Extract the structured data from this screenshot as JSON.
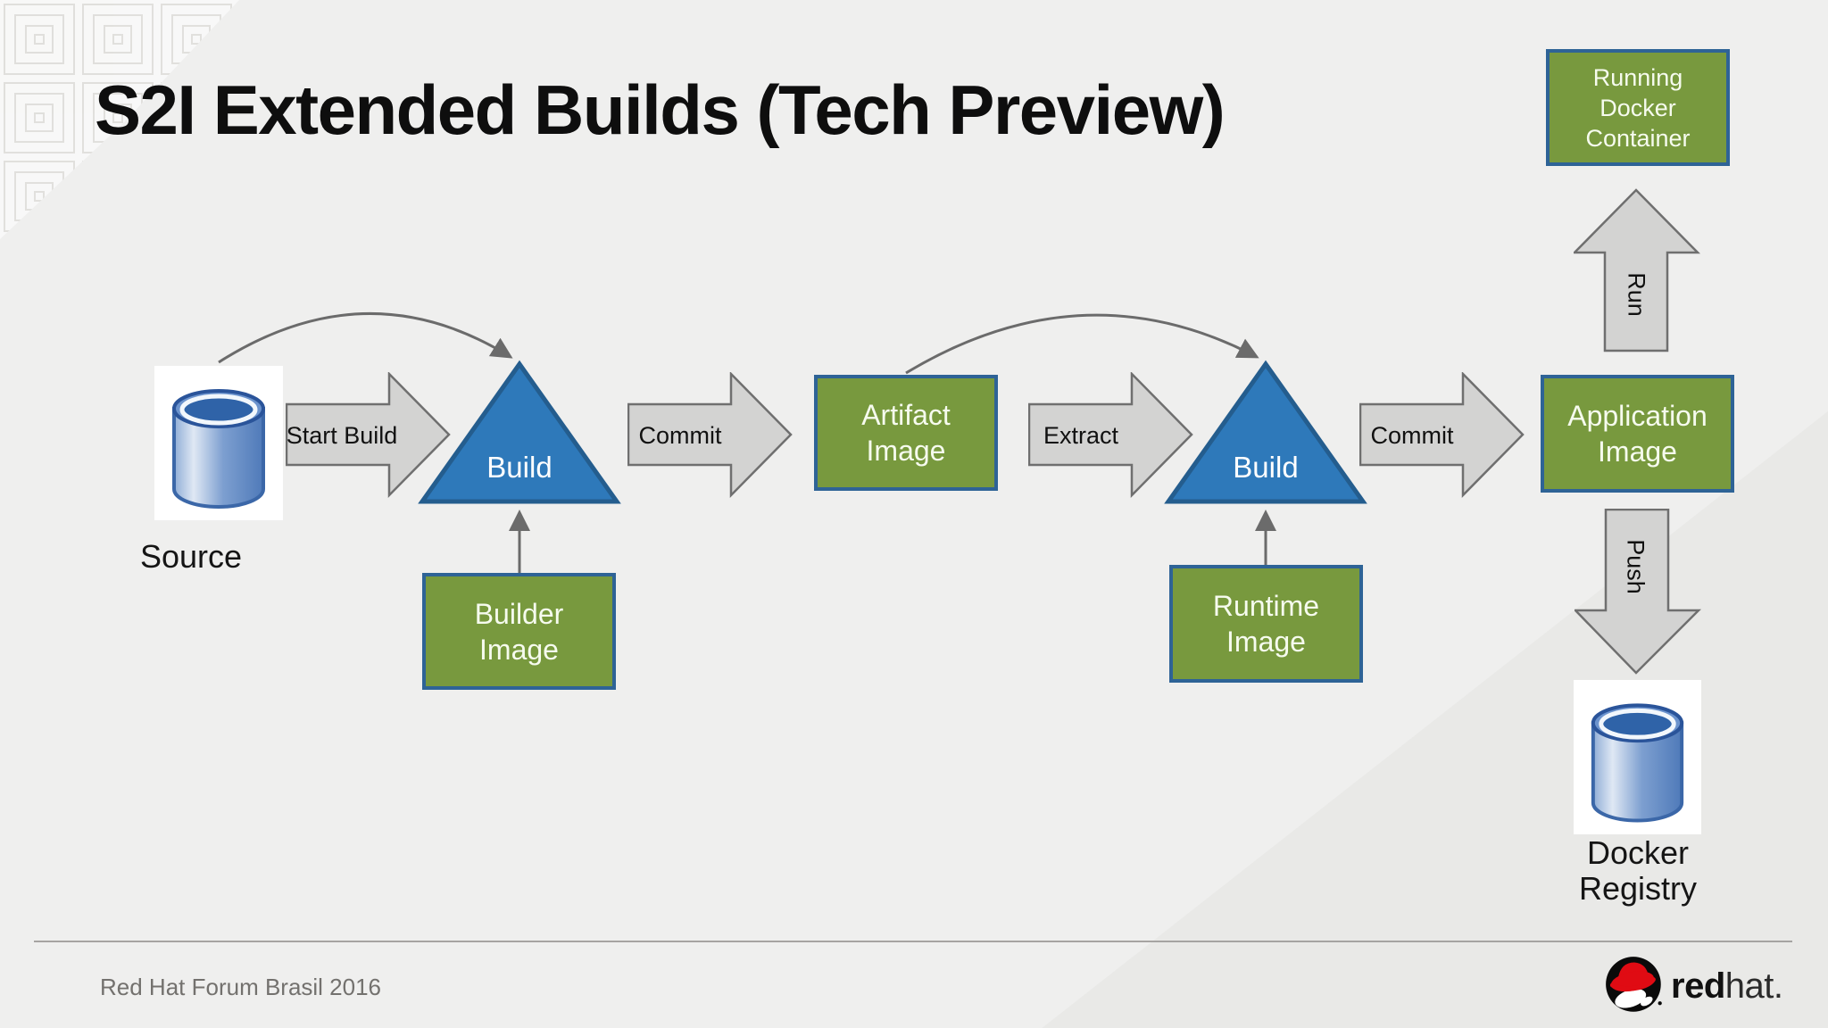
{
  "slide": {
    "title": "S2I Extended Builds (Tech Preview)",
    "footer_text": "Red Hat Forum Brasil 2016",
    "logo": {
      "bold": "red",
      "light": "hat."
    }
  },
  "diagram": {
    "source_label": "Source",
    "build1_label": "Build",
    "build2_label": "Build",
    "builder_image_label": "Builder Image",
    "artifact_image_label": "Artifact Image",
    "runtime_image_label": "Runtime Image",
    "application_image_label": "Application Image",
    "running_container_label": "Running Docker Container",
    "docker_registry_label": "Docker Registry",
    "arrow_labels": {
      "start_build": "Start Build",
      "commit_1": "Commit",
      "extract": "Extract",
      "commit_2": "Commit",
      "run": "Run",
      "push": "Push"
    },
    "icons": {
      "source": "database-cylinder-icon",
      "registry": "database-cylinder-icon",
      "logo": "red-hat-shadowman-icon"
    }
  },
  "colors": {
    "background": "#efefee",
    "watermark": "#e9e9e7",
    "title_text": "#0e0e0e",
    "footer_text": "#73716e",
    "green_fill": "#78993e",
    "green_border": "#2e6396",
    "blue_fill": "#2e79ba",
    "blue_border": "#245d8e",
    "arrow_fill": "#d3d3d2",
    "arrow_border": "#6f6f6f",
    "connector": "#6b6b6b",
    "redhat_red": "#e00b13"
  }
}
